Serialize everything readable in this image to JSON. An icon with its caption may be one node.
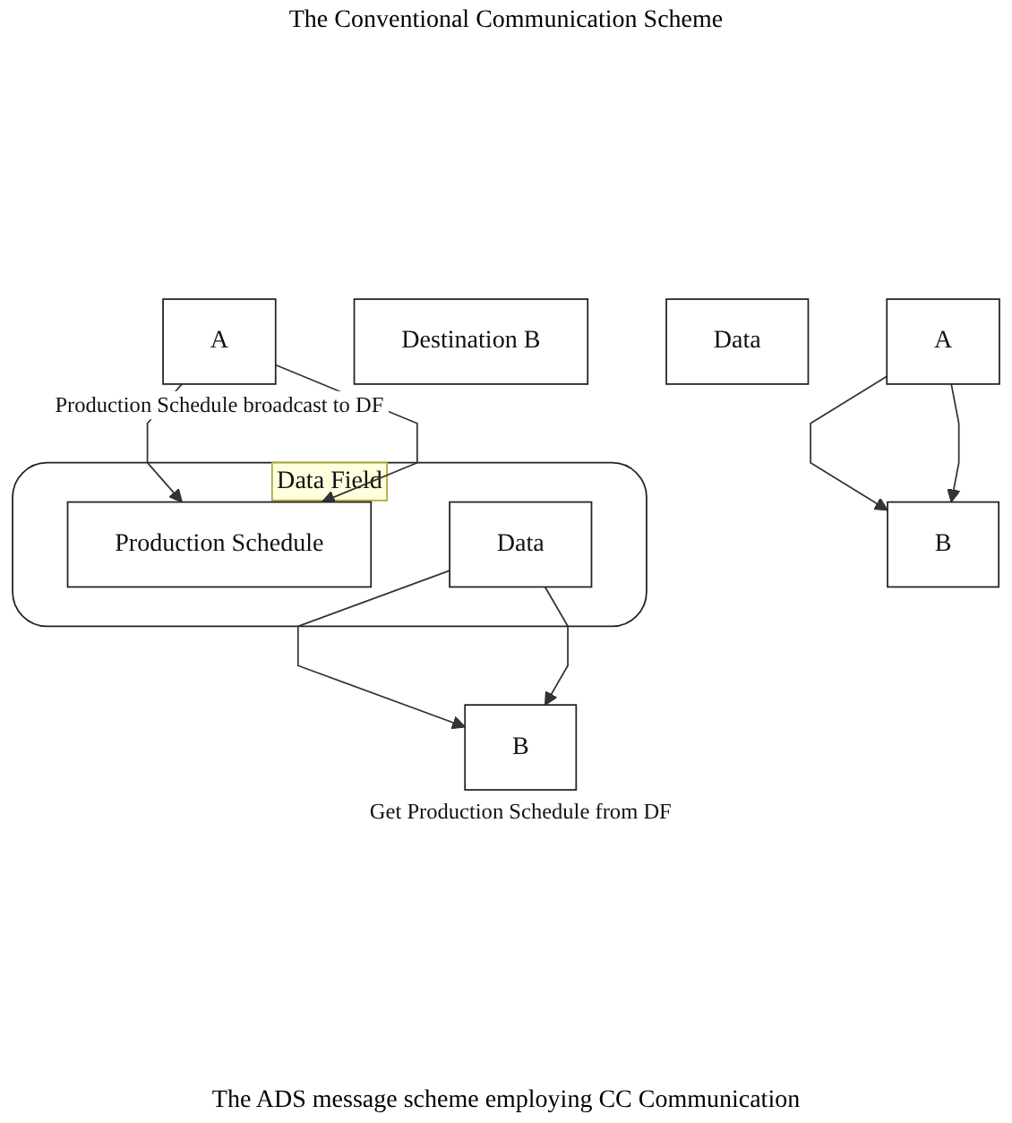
{
  "diagram": {
    "caption": "The ADS message scheme employing CC Communication",
    "nodes": [
      {
        "text": [
          "A"
        ]
      },
      {
        "text": [
          "B"
        ]
      },
      {
        "text": [
          "Destination B"
        ]
      },
      {
        "text": [
          "Data"
        ]
      },
      {
        "text": [
          "Data Field"
        ]
      },
      {
        "text": [
          "Production Schedule"
        ],
        "in": 4
      },
      {
        "text": [
          "Data"
        ],
        "in": 4
      },
      {
        "text": [
          "A"
        ],
        "beside": [
          "Production Schedule broadcast to DF"
        ]
      },
      {
        "text": [
          "B"
        ],
        "beside": [
          "Get Production Schedule from DF"
        ]
      }
    ],
    "edges": [
      {
        "from": 0,
        "to": 1,
        "arrow": "to"
      },
      {
        "from": 0,
        "to": 1,
        "arrow": "to"
      },
      {
        "from": 7,
        "to": 5,
        "arrow": "to"
      },
      {
        "from": 7,
        "to": 5,
        "arrow": "to"
      },
      {
        "from": 6,
        "to": 8,
        "arrow": "to"
      },
      {
        "from": 6,
        "to": 8,
        "arrow": "to"
      }
    ],
    "labels": [
      "The Conventional Communication Scheme"
    ]
  }
}
